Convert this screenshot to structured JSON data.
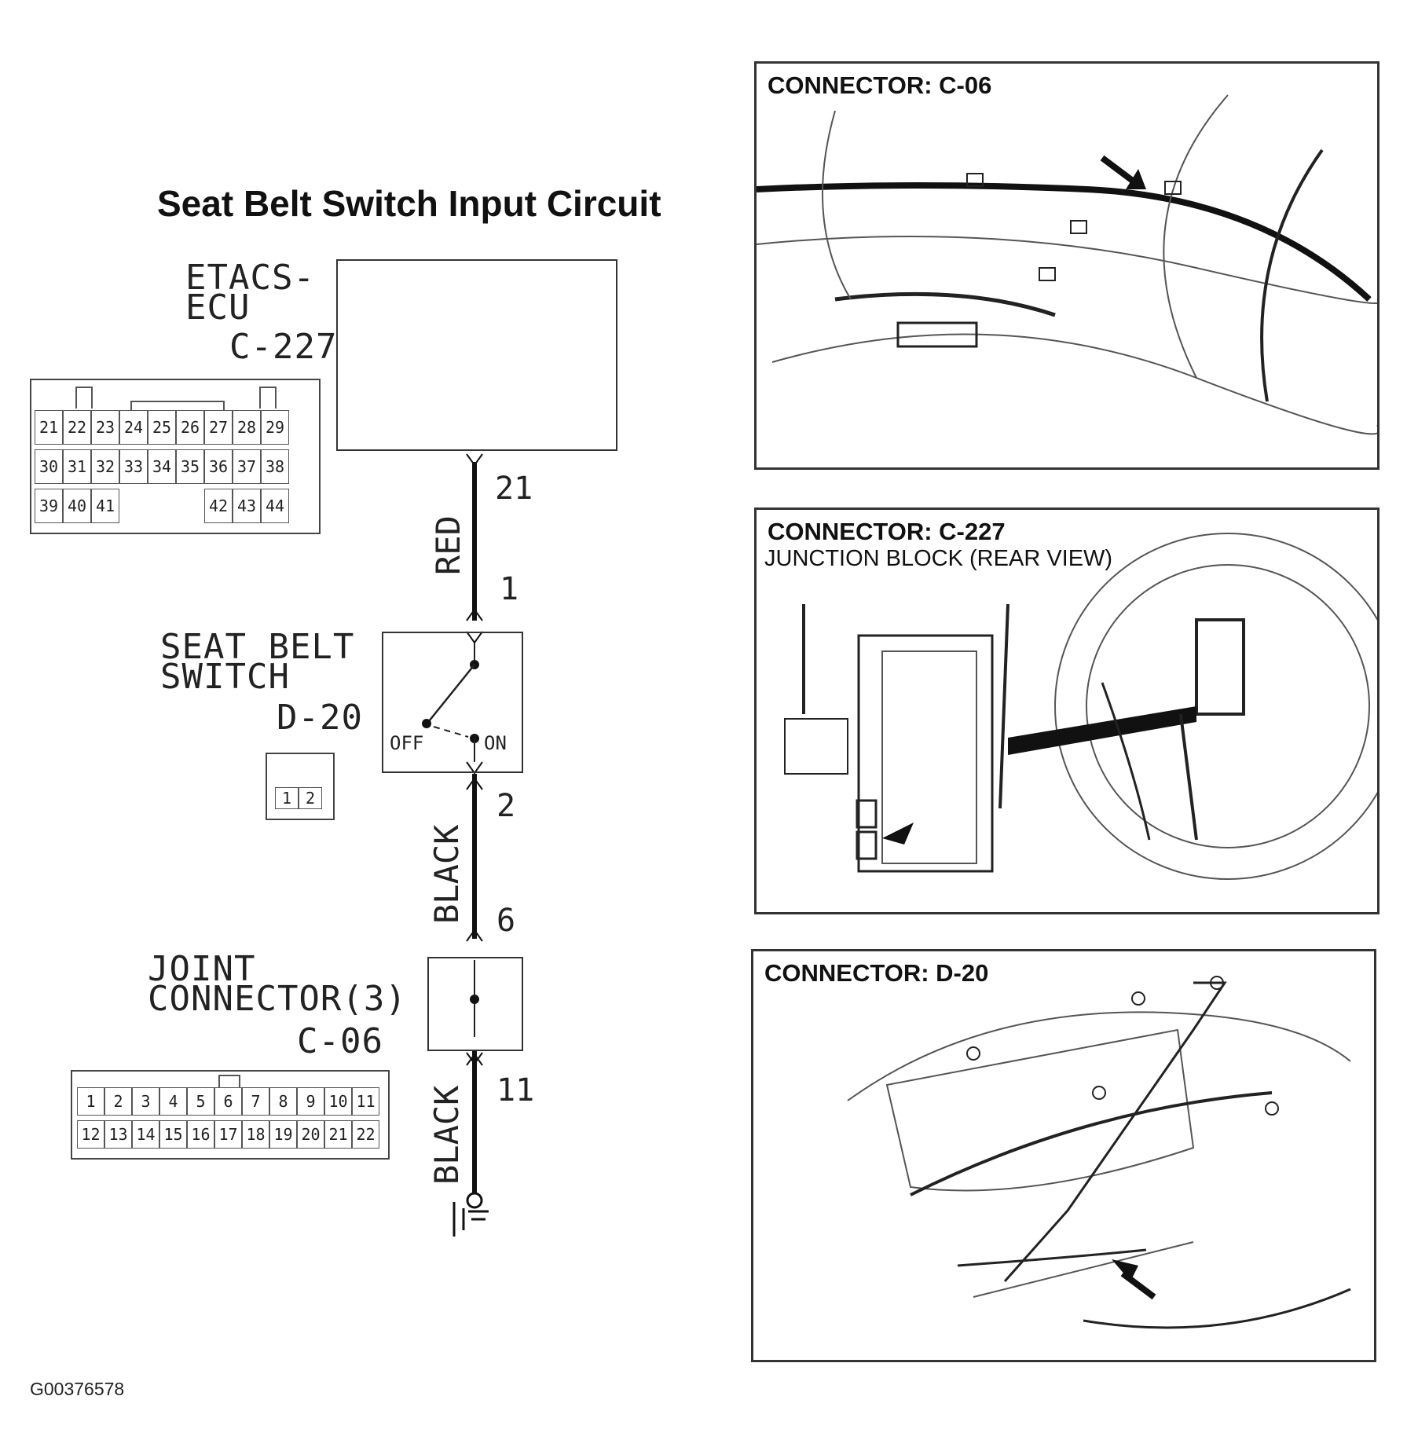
{
  "title": "Seat Belt Switch Input Circuit",
  "figure_id": "G00376578",
  "etacs": {
    "label_line1": "ETACS-",
    "label_line2": "ECU",
    "connector": "C-227",
    "pins_row1": [
      "21",
      "22",
      "23",
      "24",
      "25",
      "26",
      "27",
      "28",
      "29"
    ],
    "pins_row2": [
      "30",
      "31",
      "32",
      "33",
      "34",
      "35",
      "36",
      "37",
      "38"
    ],
    "pins_row3_left": [
      "39",
      "40",
      "41"
    ],
    "pins_row3_right": [
      "42",
      "43",
      "44"
    ]
  },
  "wire1": {
    "color": "RED",
    "pin_top": "21",
    "pin_bottom": "1"
  },
  "switch": {
    "label_line1": "SEAT BELT",
    "label_line2": "SWITCH",
    "connector": "D-20",
    "off": "OFF",
    "on": "ON",
    "pins": [
      "1",
      "2"
    ]
  },
  "wire2": {
    "color": "BLACK",
    "pin_top": "2",
    "pin_bottom": "6"
  },
  "joint": {
    "label_line1": "JOINT",
    "label_line2": "CONNECTOR(3)",
    "connector": "C-06",
    "pins_row1": [
      "1",
      "2",
      "3",
      "4",
      "5",
      "6",
      "7",
      "8",
      "9",
      "10",
      "11"
    ],
    "pins_row2": [
      "12",
      "13",
      "14",
      "15",
      "16",
      "17",
      "18",
      "19",
      "20",
      "21",
      "22"
    ]
  },
  "wire3": {
    "color": "BLACK",
    "pin_top": "11"
  },
  "panels": [
    {
      "title": "CONNECTOR: C-06",
      "subtitle": ""
    },
    {
      "title": "CONNECTOR: C-227",
      "subtitle": "JUNCTION BLOCK (REAR VIEW)"
    },
    {
      "title": "CONNECTOR: D-20",
      "subtitle": ""
    }
  ]
}
